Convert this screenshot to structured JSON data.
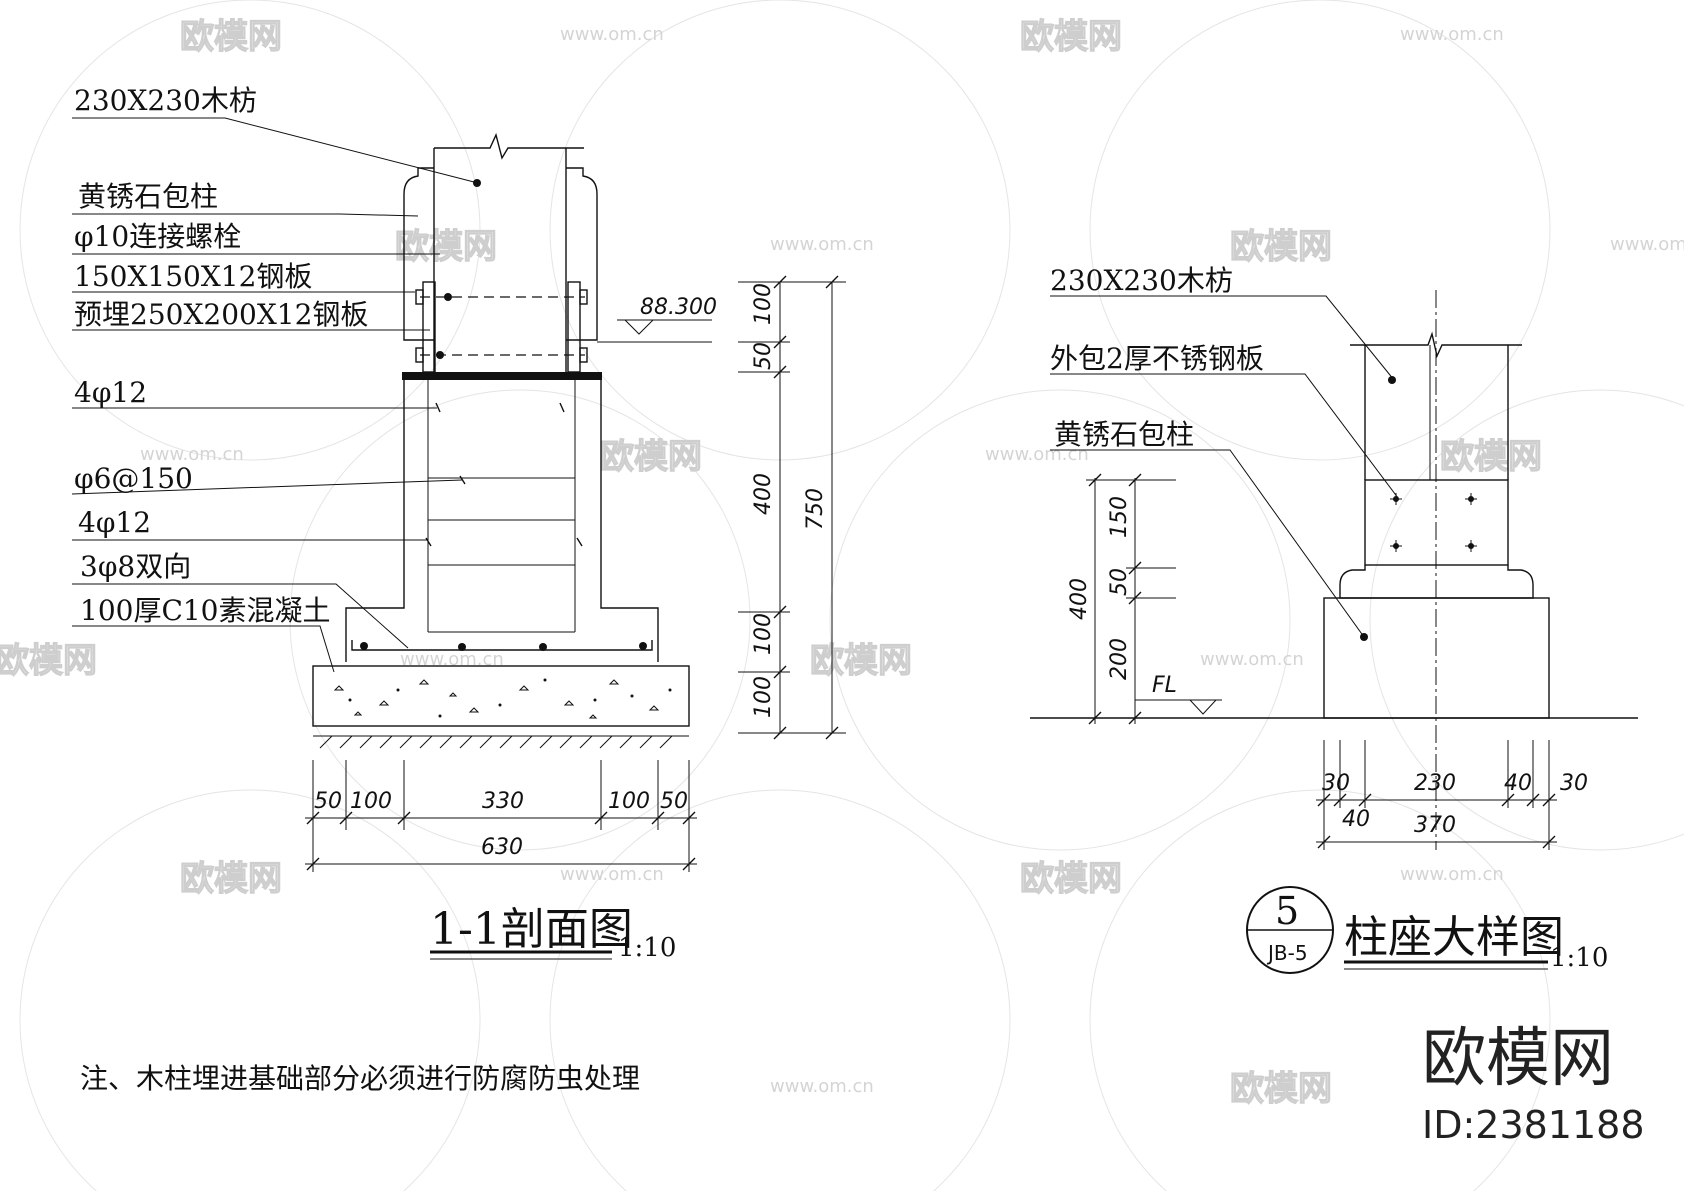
{
  "section_view": {
    "labels": {
      "timber": "230X230木枋",
      "stone_cladding": "黄锈石包柱",
      "bolt": "φ10连接螺栓",
      "steel_plate": "150X150X12钢板",
      "embedded_plate": "预埋250X200X12钢板",
      "rebar_top": "4φ12",
      "stirrup": "φ6@150",
      "rebar_bottom": "4φ12",
      "mesh": "3φ8双向",
      "concrete": "100厚C10素混凝土"
    },
    "elevation": "88.300",
    "dims_vertical": [
      "100",
      "50",
      "400",
      "100",
      "100"
    ],
    "dim_total": "750",
    "dims_horizontal": [
      "50",
      "100",
      "330",
      "100",
      "50"
    ],
    "dim_width": "630",
    "title": "1-1剖面图",
    "scale": "1:10"
  },
  "detail_view": {
    "labels": {
      "timber": "230X230木枋",
      "steel_cladding": "外包2厚不锈钢板",
      "stone_cladding": "黄锈石包柱"
    },
    "dims_vertical": [
      "150",
      "50",
      "200"
    ],
    "dim_total": "400",
    "level_mark": "FL",
    "dims_horizontal_top": [
      "30",
      "230",
      "40",
      "30"
    ],
    "dims_horizontal_bottom": [
      "40",
      "370"
    ],
    "callout_number": "5",
    "callout_sheet": "JB-5",
    "title": "柱座大样图",
    "scale": "1:10"
  },
  "note": "注、木柱埋进基础部分必须进行防腐防虫处理",
  "watermark": {
    "brand": "欧模网",
    "url": "www.om.cn"
  },
  "brand": {
    "name": "欧模网",
    "id": "ID:2381188"
  }
}
